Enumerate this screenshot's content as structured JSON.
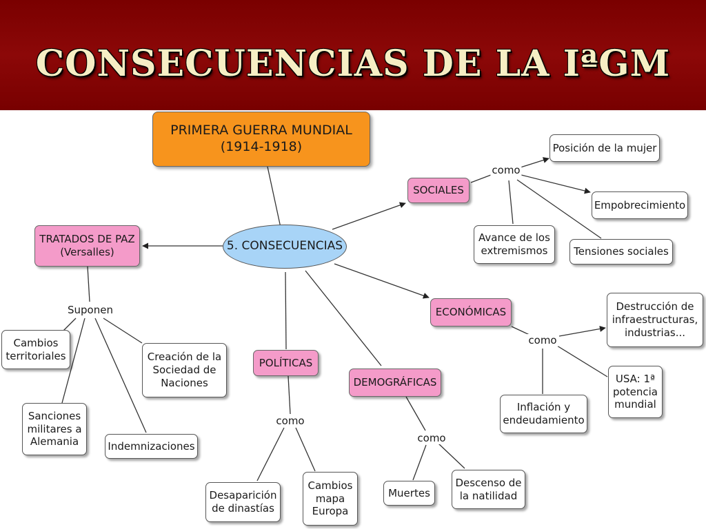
{
  "slide": {
    "title": "CONSECUENCIAS DE LA IªGM"
  },
  "map": {
    "root": "PRIMERA GUERRA MUNDIAL\n(1914-1918)",
    "center": "5. CONSECUENCIAS",
    "tratados": "TRATADOS DE PAZ\n(Versalles)",
    "sociales": "SOCIALES",
    "economicas": "ECONÓMICAS",
    "politicas": "POLÍTICAS",
    "demograficas": "DEMOGRÁFICAS",
    "link_suponen": "Suponen",
    "link_como": "como",
    "tratados_items": {
      "cambios": "Cambios\nterritoriales",
      "sociedad": "Creación de la\nSociedad de\nNaciones",
      "sanciones": "Sanciones\nmilitares a\nAlemania",
      "indemnizaciones": "Indemnizaciones"
    },
    "sociales_items": {
      "mujer": "Posición de la mujer",
      "empobrecimiento": "Empobrecimiento",
      "extremismos": "Avance de los\nextremismos",
      "tensiones": "Tensiones sociales"
    },
    "economicas_items": {
      "destruccion": "Destrucción de\ninfraestructuras,\nindustrias...",
      "usa": "USA: 1ª\npotencia\nmundial",
      "inflacion": "Inflación y\nendeudamiento"
    },
    "politicas_items": {
      "dinastias": "Desaparición\nde dinastías",
      "mapa": "Cambios\nmapa\nEuropa"
    },
    "demograficas_items": {
      "muertes": "Muertes",
      "natalidad": "Descenso de\nla natilidad"
    }
  }
}
